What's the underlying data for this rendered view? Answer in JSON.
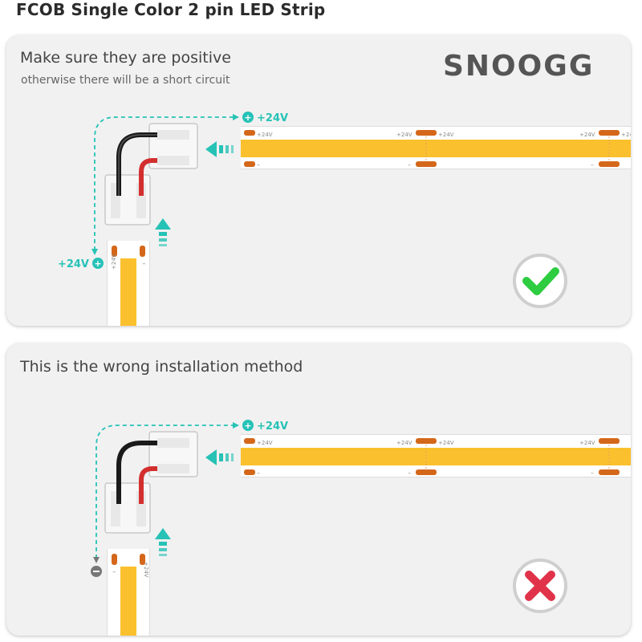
{
  "page": {
    "title": "FCOB Single Color 2 pin LED Strip"
  },
  "brand": {
    "name": "SNOOGG"
  },
  "panels": [
    {
      "title": "Make sure they are positive",
      "subtitle": "otherwise there will be a short circuit",
      "top_polarity_label": "+24V",
      "side_polarity_label": "+24V",
      "strip_label_positive": "+24V",
      "strip_label_negative": "–",
      "vertical_strip_label": "+24V",
      "result_icon": "check-icon",
      "result_color": "#2ecc40"
    },
    {
      "title": "This is the wrong installation method",
      "top_polarity_label": "+24V",
      "strip_label_positive": "+24V",
      "strip_label_negative": "–",
      "vertical_strip_label": "+24V",
      "result_icon": "cross-icon",
      "result_color": "#e0334a"
    }
  ],
  "colors": {
    "accent_teal": "#26c2b6",
    "led_yellow": "#fbc02d",
    "copper_pad": "#d4671a",
    "panel_bg": "#f1f1f1",
    "negative_gray": "#777777"
  }
}
